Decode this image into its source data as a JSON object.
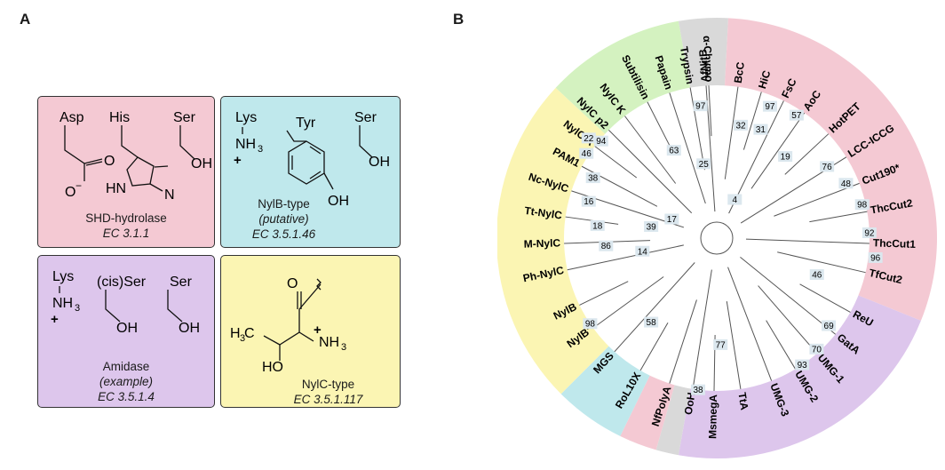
{
  "panels": {
    "a": "A",
    "b": "B"
  },
  "colors": {
    "pink": "#f4c9d3",
    "cyan": "#bfe8ec",
    "purple": "#ddc6ec",
    "yellow": "#fbf5b3",
    "green": "#d4f2c0",
    "grey": "#d9d9d9"
  },
  "boxes": [
    {
      "id": "shd",
      "color": "pink",
      "residues": [
        "Asp",
        "His",
        "Ser"
      ],
      "line1": "SHD-hydrolase",
      "line2": "",
      "ec": "EC 3.1.1"
    },
    {
      "id": "nylb",
      "color": "cyan",
      "residues": [
        "Lys",
        "Tyr",
        "Ser"
      ],
      "line1": "NylB-type",
      "line2": "(putative)",
      "ec": "EC 3.5.1.46"
    },
    {
      "id": "amidase",
      "color": "purple",
      "residues": [
        "Lys",
        "(cis)Ser",
        "Ser"
      ],
      "line1": "Amidase",
      "line2": "(example)",
      "ec": "EC 3.5.1.4"
    },
    {
      "id": "nylc",
      "color": "yellow",
      "residues": [],
      "line1": "NylC-type",
      "line2": "",
      "ec": "EC 3.5.1.117"
    }
  ],
  "chem": {
    "o": "O",
    "o_minus": "O",
    "hn": "HN",
    "n": "N",
    "oh": "OH",
    "nh3": "NH",
    "sub3": "3",
    "plus": "+",
    "h3c": "H C",
    "ho": "HO",
    "ominus_sign": "−"
  },
  "tree": {
    "sectors": [
      {
        "color": "green",
        "from": -47,
        "to": -10
      },
      {
        "color": "grey",
        "from": -10,
        "to": 3
      },
      {
        "color": "pink",
        "from": 3,
        "to": 112
      },
      {
        "color": "purple",
        "from": 112,
        "to": 190
      },
      {
        "color": "grey",
        "from": 190,
        "to": 196
      },
      {
        "color": "pink",
        "from": 196,
        "to": 206
      },
      {
        "color": "cyan",
        "from": 206,
        "to": 225
      },
      {
        "color": "yellow",
        "from": 225,
        "to": 313
      }
    ],
    "leaves": [
      {
        "label": "AfNitB",
        "angle": -4
      },
      {
        "label": "BcC",
        "angle": 8
      },
      {
        "label": "HiC",
        "angle": 17
      },
      {
        "label": "FsC",
        "angle": 26
      },
      {
        "label": "AoC",
        "angle": 35
      },
      {
        "label": "HotPET",
        "angle": 47
      },
      {
        "label": "LCC-ICCG",
        "angle": 58
      },
      {
        "label": "Cut190*",
        "angle": 69
      },
      {
        "label": "ThcCut2",
        "angle": 80
      },
      {
        "label": "ThcCut1",
        "angle": 92
      },
      {
        "label": "TfCut2",
        "angle": 103
      },
      {
        "label": "ReU",
        "angle": 119
      },
      {
        "label": "GatA",
        "angle": 129
      },
      {
        "label": "UMG-1",
        "angle": 139
      },
      {
        "label": "UMG-2",
        "angle": 149
      },
      {
        "label": "UMG-3",
        "angle": 159
      },
      {
        "label": "TtA",
        "angle": 171
      },
      {
        "label": "MsmegA",
        "angle": 181
      },
      {
        "label": "OoH",
        "angle": 189
      },
      {
        "label": "NfPolyA",
        "angle": 198
      },
      {
        "label": "RoL10X",
        "angle": 210
      },
      {
        "label": "MGS",
        "angle": 222
      },
      {
        "label": "NylB'",
        "angle": 234
      },
      {
        "label": "NylB",
        "angle": 244
      },
      {
        "label": "Ph-NylC",
        "angle": 258
      },
      {
        "label": "M-NylC",
        "angle": 268
      },
      {
        "label": "Tt-NylC",
        "angle": 278
      },
      {
        "label": "Nc-NylC",
        "angle": 288
      },
      {
        "label": "PAM1",
        "angle": 298
      },
      {
        "label": "NylC A",
        "angle": 307
      },
      {
        "label": "NylC p2",
        "angle": 315
      },
      {
        "label": "NylC K",
        "angle": 323
      },
      {
        "label": "Subtilisin",
        "angle": 333
      },
      {
        "label": "Papain",
        "angle": 342
      },
      {
        "label": "Trypsin",
        "angle": 350
      },
      {
        "label": "α-Chymo",
        "angle": 357
      }
    ],
    "bootstrap": [
      {
        "value": "97",
        "angle": 353,
        "r": 150
      },
      {
        "value": "63",
        "angle": 334,
        "r": 110
      },
      {
        "value": "25",
        "angle": 350,
        "r": 85
      },
      {
        "value": "32",
        "angle": 12,
        "r": 130
      },
      {
        "value": "31",
        "angle": 22,
        "r": 132
      },
      {
        "value": "19",
        "angle": 40,
        "r": 120
      },
      {
        "value": "97",
        "angle": 22,
        "r": 160
      },
      {
        "value": "57",
        "angle": 33,
        "r": 165
      },
      {
        "value": "76",
        "angle": 57,
        "r": 148
      },
      {
        "value": "48",
        "angle": 67,
        "r": 158
      },
      {
        "value": "98",
        "angle": 77,
        "r": 168
      },
      {
        "value": "92",
        "angle": 88,
        "r": 172
      },
      {
        "value": "96",
        "angle": 97,
        "r": 180
      },
      {
        "value": "4",
        "angle": 25,
        "r": 48
      },
      {
        "value": "46",
        "angle": 110,
        "r": 120
      },
      {
        "value": "69",
        "angle": 128,
        "r": 160
      },
      {
        "value": "70",
        "angle": 138,
        "r": 168
      },
      {
        "value": "93",
        "angle": 146,
        "r": 172
      },
      {
        "value": "77",
        "angle": 178,
        "r": 120
      },
      {
        "value": "38",
        "angle": 187,
        "r": 172
      },
      {
        "value": "58",
        "angle": 218,
        "r": 120
      },
      {
        "value": "98",
        "angle": 236,
        "r": 172
      },
      {
        "value": "14",
        "angle": 260,
        "r": 85
      },
      {
        "value": "39",
        "angle": 280,
        "r": 75
      },
      {
        "value": "17",
        "angle": 293,
        "r": 55
      },
      {
        "value": "86",
        "angle": 266,
        "r": 125
      },
      {
        "value": "18",
        "angle": 276,
        "r": 135
      },
      {
        "value": "16",
        "angle": 286,
        "r": 150
      },
      {
        "value": "38",
        "angle": 296,
        "r": 155
      },
      {
        "value": "46",
        "angle": 303,
        "r": 175
      },
      {
        "value": "94",
        "angle": 310,
        "r": 170
      },
      {
        "value": "22",
        "angle": 308,
        "r": 183
      }
    ]
  }
}
